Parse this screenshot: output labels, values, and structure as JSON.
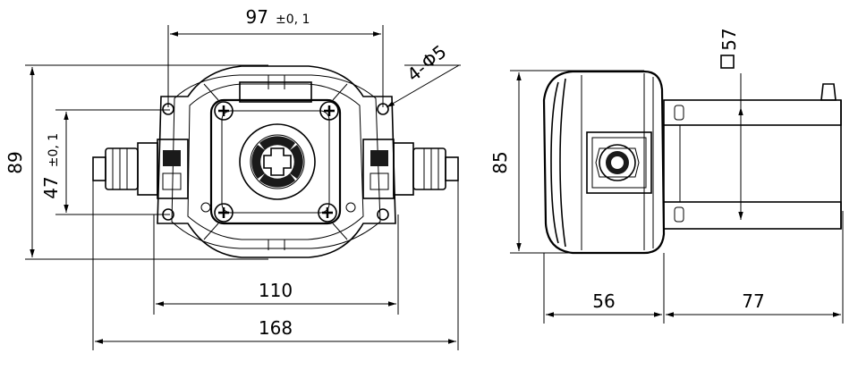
{
  "front_view": {
    "dim_97": "97",
    "dim_97_tol": "±0, 1",
    "dim_hole": "4-",
    "dim_hole_symbol": "Φ5",
    "dim_89": "89",
    "dim_47": "47",
    "dim_47_tol": "±0, 1",
    "dim_110": "110",
    "dim_168": "168"
  },
  "side_view": {
    "dim_85": "85",
    "dim_57": "57",
    "dim_56": "56",
    "dim_77": "77"
  },
  "colors": {
    "line": "#000000",
    "fill_dark": "#1a1a1a",
    "background": "#ffffff"
  }
}
